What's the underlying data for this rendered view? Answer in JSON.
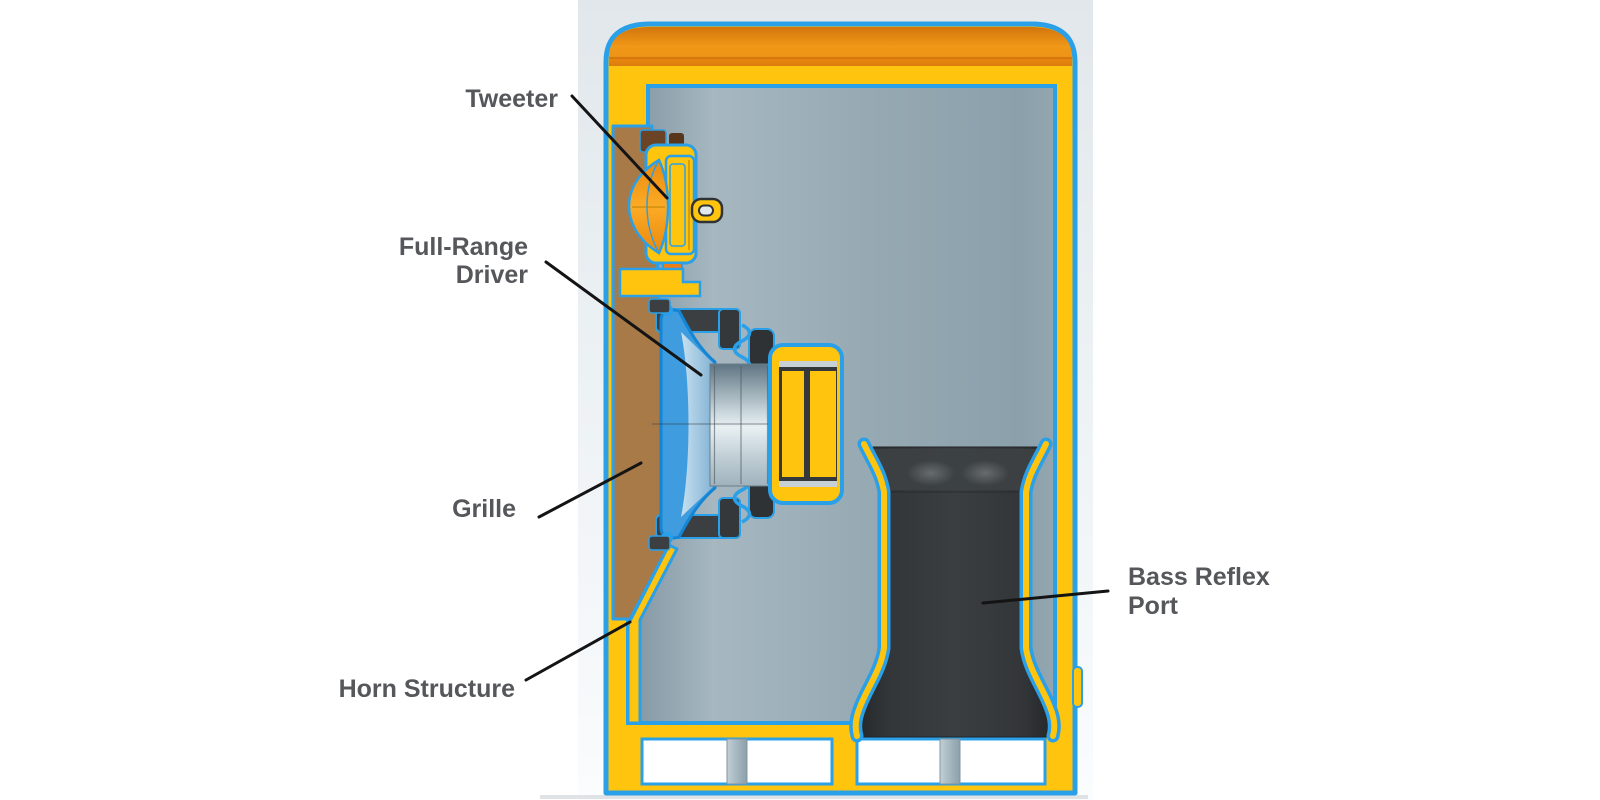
{
  "figure": {
    "labels": {
      "tweeter": {
        "text": "Tweeter"
      },
      "full_range_driver": {
        "line1": "Full-Range",
        "line2": "Driver"
      },
      "grille": {
        "text": "Grille"
      },
      "horn_structure": {
        "text": "Horn Structure"
      },
      "bass_reflex_port": {
        "line1": "Bass Reflex",
        "line2": "Port"
      }
    },
    "colors": {
      "label_text": "#55575A",
      "leader_line": "#141414",
      "cabinet_yellow": "#FFC40D",
      "outline_blue": "#2AA0E8",
      "top_cap_orange": "#EE8E12",
      "grille_brown": "#A87A47",
      "interior_gray": "#9AACB6",
      "port_dark": "#303336",
      "cone_blue": "#3E9CDF",
      "background_strip": "#E4E9ED",
      "background": "#FFFFFF"
    }
  }
}
